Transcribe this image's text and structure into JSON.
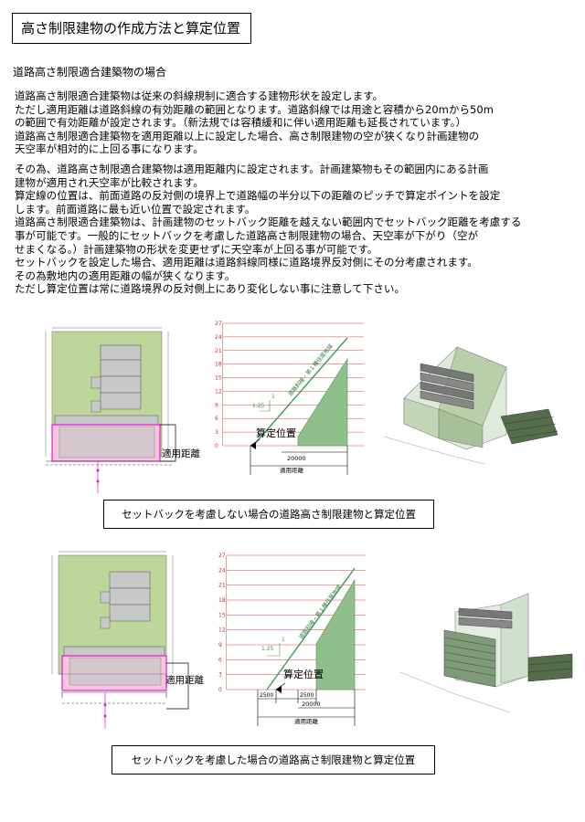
{
  "page": {
    "title": "高さ制限建物の作成方法と算定位置",
    "subheading": "道路高さ制限適合建築物の場合",
    "paragraph1": [
      "道路高さ制限適合建築物は従来の斜線規制に適合する建物形状を設定します。",
      "ただし適用距離は道路斜線の有効距離の範囲となります。道路斜線では用途と容積から20mから50m",
      "の範囲で有効距離が設定されます。（新法規では容積緩和に伴い適用距離も延長されています。）",
      "道路高さ制限適合建築物を適用距離以上に設定した場合、高さ制限建物の空が狭くなり計画建物の",
      "天空率が相対的に上回る事になります。"
    ],
    "paragraph2": [
      "その為、道路高さ制限適合建築物は適用距離内に設定されます。計画建築物もその範囲内にある計画",
      "建物が適用され天空率が比較されます。",
      "算定線の位置は、前面道路の反対側の境界上で道路幅の半分以下の距離のピッチで算定ポイントを設定",
      "します。前面道路に最も近い位置で設定されます。",
      "道路高さ制限適合建築物は、計画建物のセットバック距離を越えない範囲内でセットバック距離を考慮する",
      "事が可能です。一般的にセットバックを考慮した道路高さ制限建物の場合、天空率が下がり（空が",
      "せまくなる。）計画建築物の形状を変更せずに天空率が上回る事が可能です。",
      "セットバックを設定した場合、適用距離は道路斜線同様に道路境界反対側にその分考慮されます。",
      "その為敷地内の適用距離の幅が狭くなります。",
      "ただし算定位置は常に道路境界の反対側上にあり変化しない事に注意して下さい。"
    ]
  },
  "figure1": {
    "plan_label": "適用距離",
    "section_label": "算定位置",
    "height_ticks": [
      "27",
      "24",
      "21",
      "18",
      "15",
      "12",
      "9",
      "6",
      "3",
      "0"
    ],
    "slope": "1.25",
    "slope_unit": "1",
    "slope_line_label": "道路斜線・第１種住居地域",
    "dimension": "20000",
    "distance_label": "適用距離",
    "caption": "セットバックを考慮しない場合の道路高さ制限建物と算定位置"
  },
  "figure2": {
    "plan_label": "適用距離",
    "section_label": "算定位置",
    "height_ticks": [
      "27",
      "24",
      "21",
      "18",
      "15",
      "12",
      "9",
      "6",
      "3",
      "0"
    ],
    "slope": "1.25",
    "slope_unit": "1",
    "slope_line_label": "道路斜線・第１種住居地域",
    "dimension": "20000",
    "setback_left": "2500",
    "setback_right": "2500",
    "distance_label": "適用距離",
    "caption": "セットバックを考慮した場合の道路高さ制限建物と算定位置"
  },
  "colors": {
    "site_green": "#bdd69a",
    "building_gray": "#c8c8c8",
    "highlight_pink": "#f9c4dd",
    "magenta": "#e020d0",
    "height_line_red": "#d94040",
    "section_green": "#8fbf8a",
    "slope_green": "#3a9a5a"
  }
}
